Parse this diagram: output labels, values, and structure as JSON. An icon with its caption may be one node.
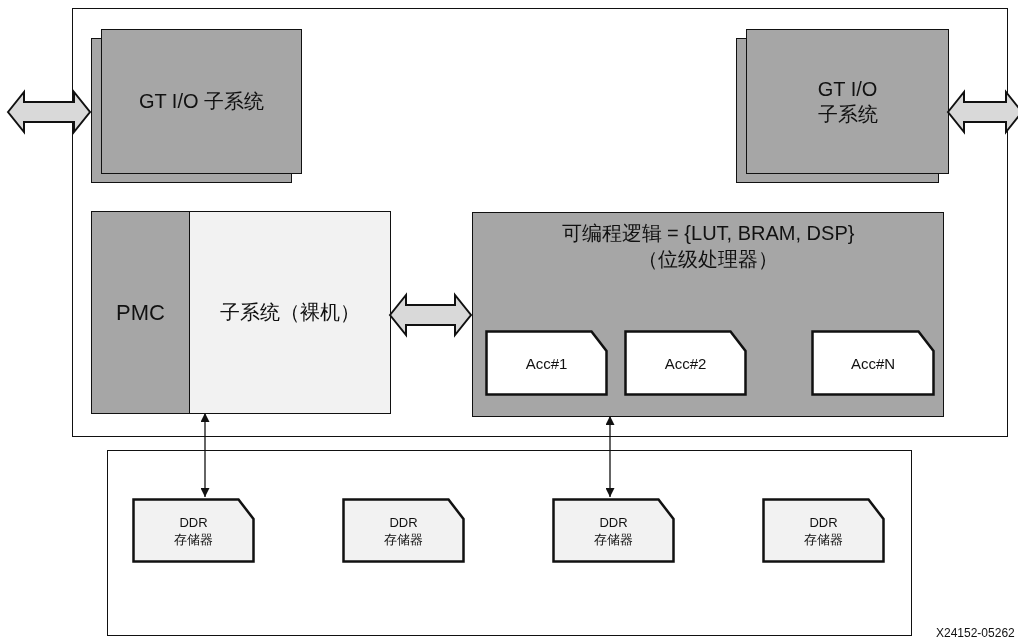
{
  "diagram": {
    "nodes": [
      {
        "text": [],
        "shape": "box"
      },
      {
        "text": [
          "GT I/O 子系统"
        ],
        "in": 0
      },
      {
        "text": [
          "GT I/O 子系统"
        ],
        "in": 0
      },
      {
        "text": [
          "PMC"
        ],
        "in": 0
      },
      {
        "text": [
          "子系统（裸机）"
        ],
        "in": 0
      },
      {
        "text": [
          "可编程逻辑 = {LUT, BRAM, DSP}",
          "（位级处理器）"
        ],
        "in": 0
      },
      {
        "text": [
          "Acc#1"
        ],
        "in": 5
      },
      {
        "text": [
          "Acc#2"
        ],
        "in": 5
      },
      {
        "text": [
          "Acc#N"
        ],
        "in": 5
      },
      {
        "text": [],
        "shape": "box"
      },
      {
        "text": [
          "DDR 存储器"
        ],
        "in": 9
      },
      {
        "text": [
          "DDR 存储器"
        ],
        "in": 9
      },
      {
        "text": [
          "DDR 存储器"
        ],
        "in": 9
      },
      {
        "text": [
          "DDR 存储器"
        ],
        "in": 9
      }
    ],
    "edges": [
      {
        "from": null,
        "to": 1,
        "arrow": "both",
        "style": "thick"
      },
      {
        "from": 2,
        "to": null,
        "arrow": "both",
        "style": "thick"
      },
      {
        "from": 4,
        "to": 5,
        "arrow": "both",
        "style": "thick"
      },
      {
        "from": 4,
        "to": 10,
        "arrow": "both"
      },
      {
        "from": 5,
        "to": 12,
        "arrow": "both"
      }
    ],
    "labels": [
      "X24152-05262"
    ]
  }
}
